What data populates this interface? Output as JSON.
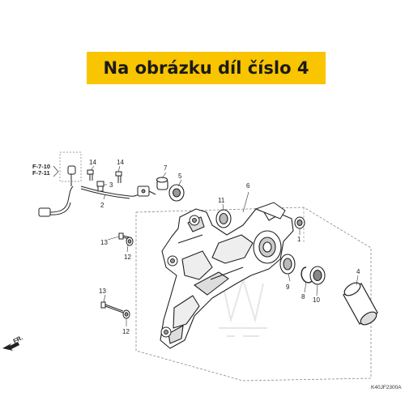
{
  "banner": {
    "text": "Na obrázku díl číslo 4",
    "color": "#f9c400"
  },
  "diagram": {
    "refs": [
      "F-7-10",
      "F-7-11"
    ],
    "callouts": {
      "p1": "1",
      "p2": "2",
      "p3": "3",
      "p4": "4",
      "p5": "5",
      "p6": "6",
      "p7": "7",
      "p8": "8",
      "p9": "9",
      "p10": "10",
      "p11": "11",
      "p12a": "12",
      "p12b": "12",
      "p13a": "13",
      "p13b": "13",
      "p14a": "14",
      "p14b": "14"
    },
    "front_arrow_label": "FR.",
    "drawing_code": "K40JF2300A",
    "watermark_icon": "honda-watermark-icon"
  }
}
